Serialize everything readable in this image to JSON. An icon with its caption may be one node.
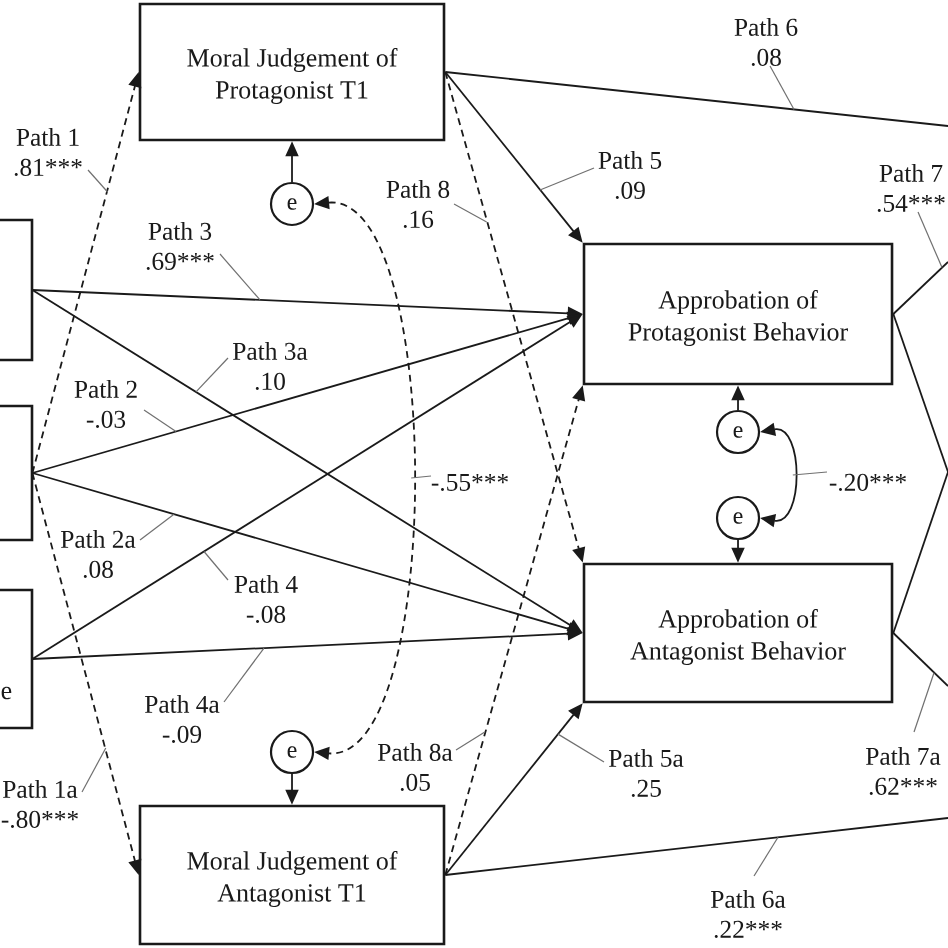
{
  "diagram": {
    "nodes": [
      {
        "text": [],
        "shape": "box"
      },
      {
        "text": [],
        "shape": "box"
      },
      {
        "text": [
          "e"
        ]
      },
      {
        "text": [
          "Moral Judgement of Protagonist T1"
        ]
      },
      {
        "text": [
          "e"
        ]
      },
      {
        "text": [
          "e"
        ]
      },
      {
        "text": [
          "Moral Judgement of Antagonist T1"
        ]
      },
      {
        "text": [
          "Approbation of Protagonist Behavior"
        ]
      },
      {
        "text": [
          "e"
        ]
      },
      {
        "text": [
          "e"
        ]
      },
      {
        "text": [
          "Approbation of Antagonist Behavior"
        ]
      }
    ],
    "edges": [
      {
        "from": 1,
        "to": 3,
        "arrow": "to",
        "style": "dashed",
        "label": "Path 1 .81***"
      },
      {
        "from": 1,
        "to": 6,
        "arrow": "to",
        "style": "dashed",
        "label": "Path 1a -.80***"
      },
      {
        "from": 0,
        "to": 7,
        "arrow": "to",
        "label": "Path 3 .69***"
      },
      {
        "from": 0,
        "to": 10,
        "arrow": "to",
        "label": "Path 3a .10"
      },
      {
        "from": 1,
        "to": 7,
        "arrow": "to",
        "label": "Path 2 -.03"
      },
      {
        "from": 1,
        "to": 10,
        "arrow": "to",
        "label": "Path 2a .08"
      },
      {
        "from": 2,
        "to": 7,
        "arrow": "to",
        "label": "Path 4 -.08"
      },
      {
        "from": 2,
        "to": 10,
        "arrow": "to",
        "label": "Path 4a -.09"
      },
      {
        "from": 3,
        "to": 7,
        "arrow": "to",
        "label": "Path 5 .09"
      },
      {
        "from": 3,
        "to": 10,
        "arrow": "to",
        "style": "dashed",
        "label": "Path 8 .16"
      },
      {
        "from": 6,
        "to": 7,
        "arrow": "to",
        "style": "dashed",
        "label": "Path 8a .05"
      },
      {
        "from": 6,
        "to": 10,
        "arrow": "to",
        "label": "Path 5a .25"
      },
      {
        "from": 4,
        "to": 3,
        "arrow": "to"
      },
      {
        "from": 5,
        "to": 6,
        "arrow": "to"
      },
      {
        "from": 8,
        "to": 7,
        "arrow": "to"
      },
      {
        "from": 9,
        "to": 10,
        "arrow": "to"
      },
      {
        "from": 4,
        "to": 5,
        "arrow": "both",
        "style": "dashed",
        "label": "-.55***"
      },
      {
        "from": 8,
        "to": 9,
        "arrow": "both",
        "label": "-.20***"
      },
      {
        "from": 3,
        "to": null,
        "arrow": "none",
        "label": "Path 6 .08"
      },
      {
        "from": 6,
        "to": null,
        "arrow": "none",
        "label": "Path 6a .22***"
      },
      {
        "from": 7,
        "to": null,
        "arrow": "none",
        "label": "Path 7 .54***"
      },
      {
        "from": 10,
        "to": null,
        "arrow": "none",
        "label": "Path 7a .62***"
      },
      {
        "from": 7,
        "to": null,
        "arrow": "none"
      },
      {
        "from": 10,
        "to": null,
        "arrow": "none"
      }
    ]
  }
}
